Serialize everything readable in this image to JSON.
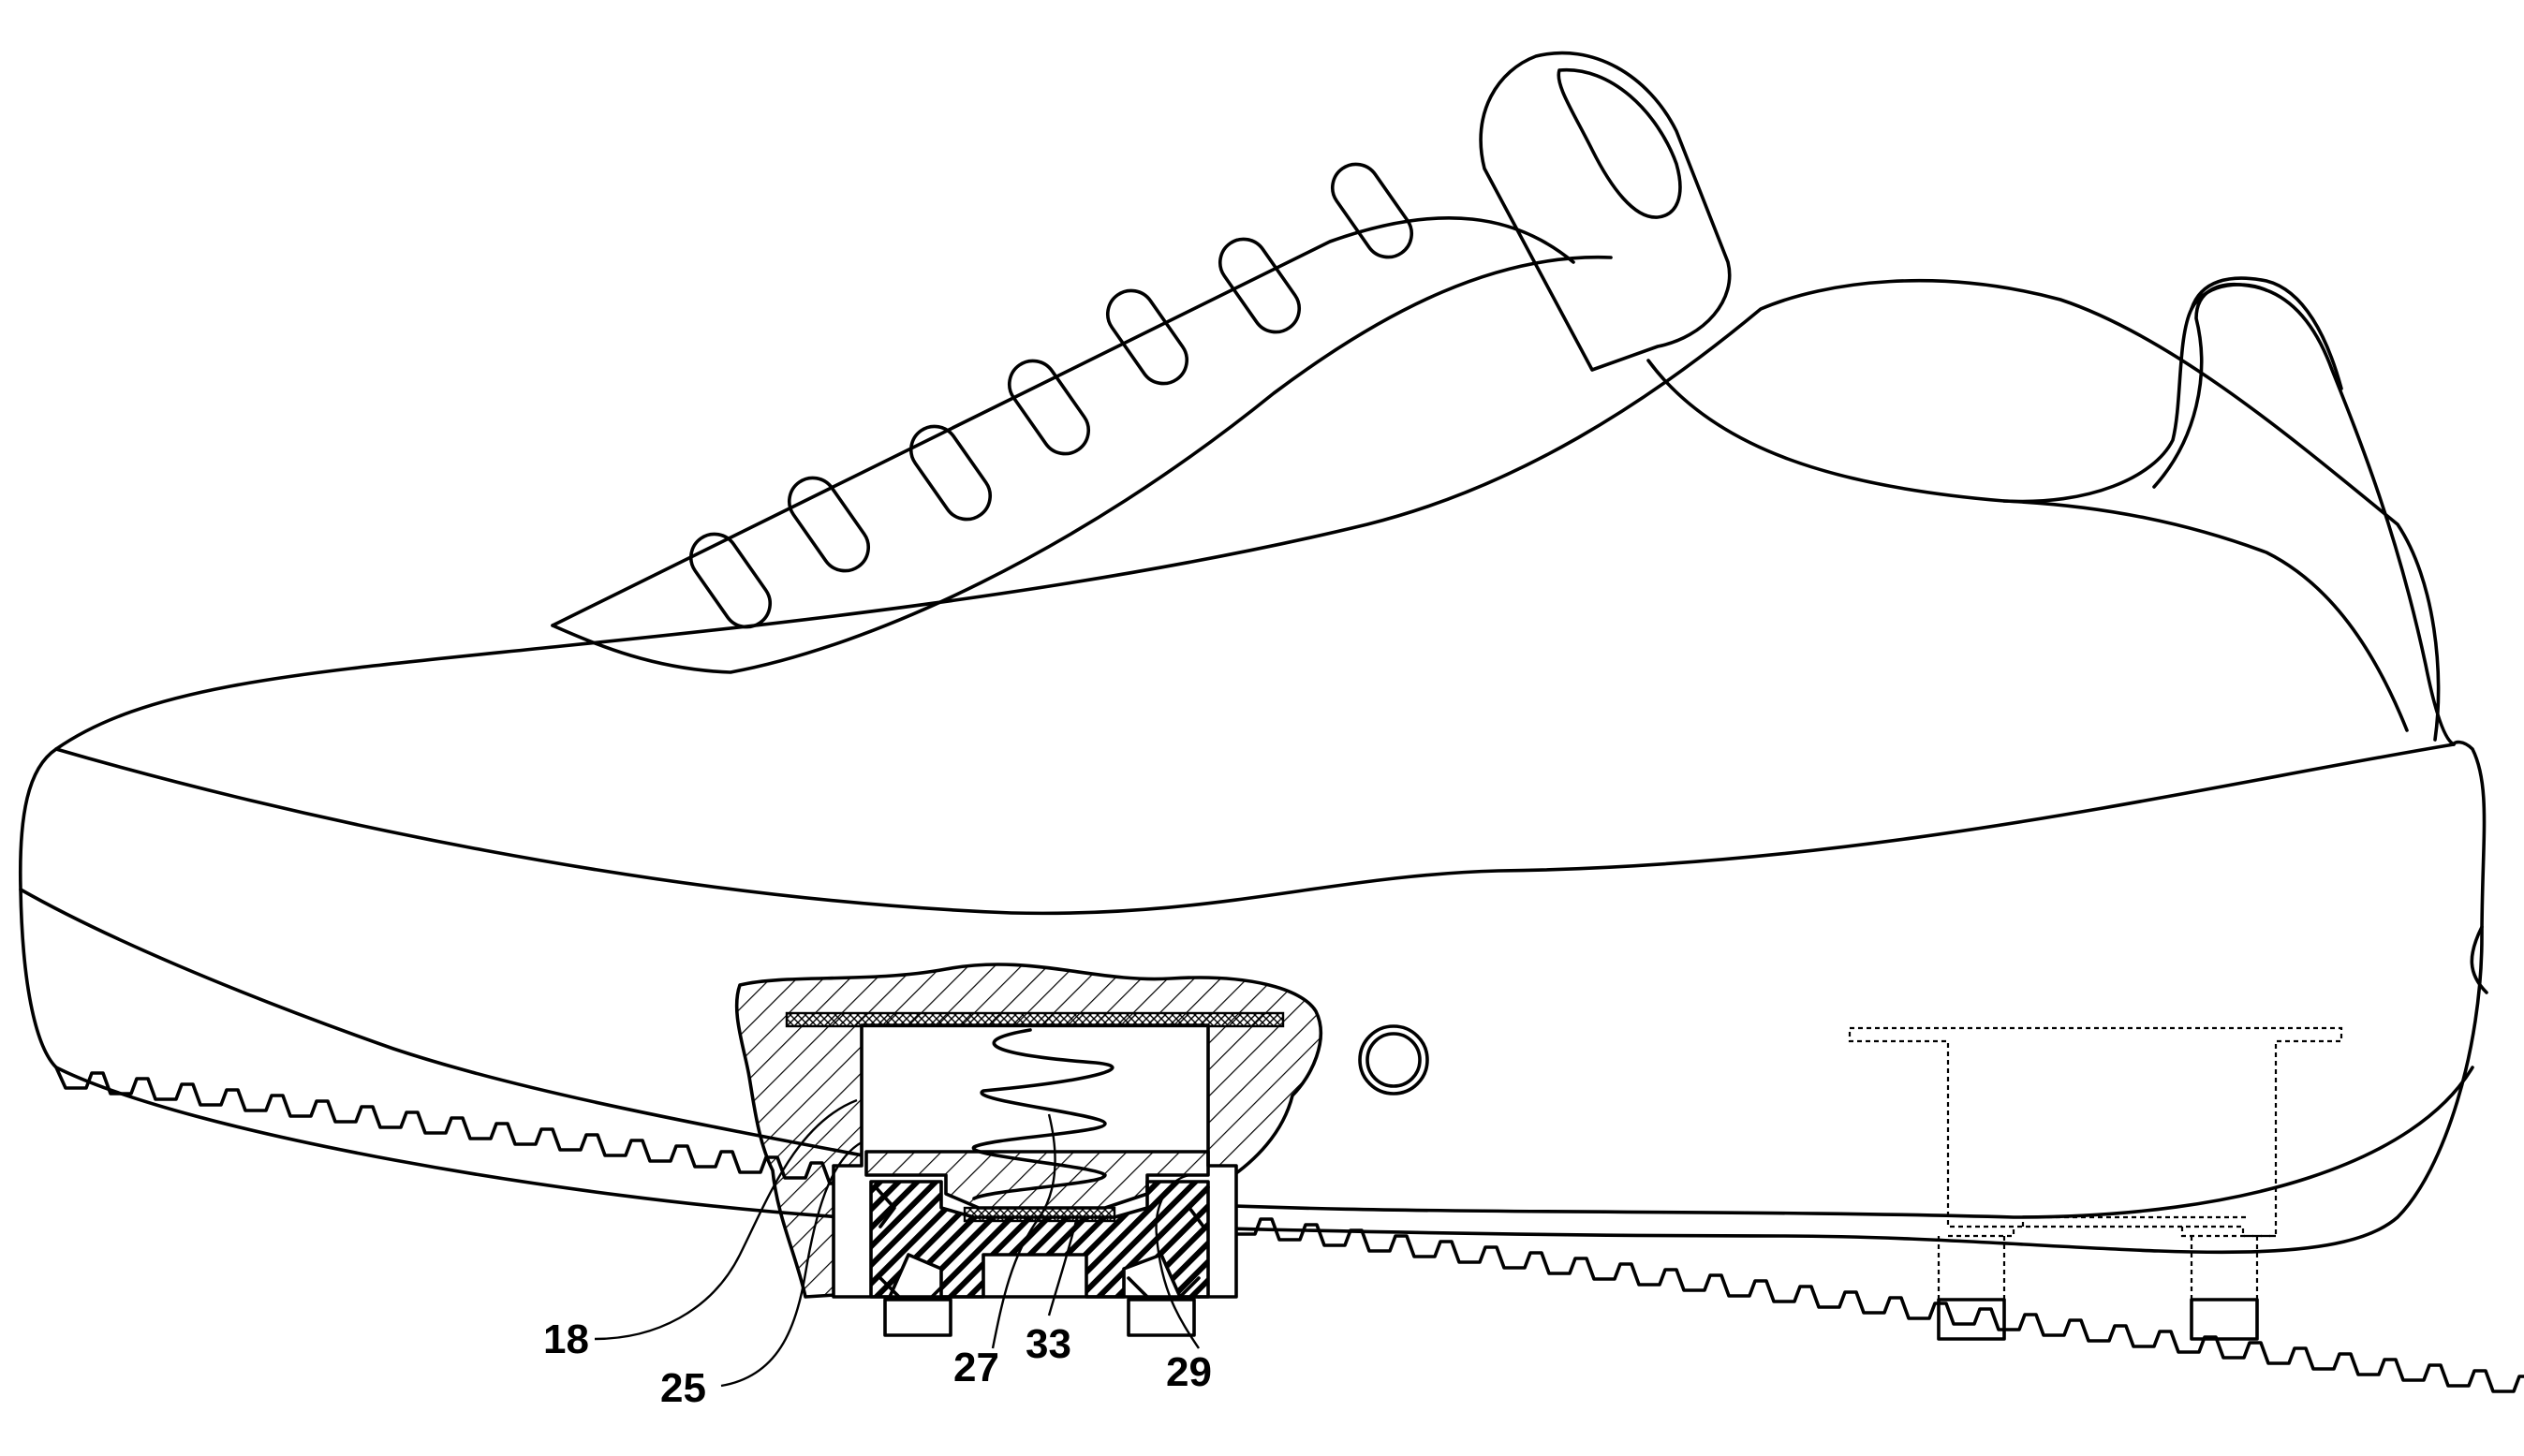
{
  "figure": {
    "background": "#ffffff",
    "line_color": "#000000",
    "reference_numerals": [
      {
        "id": "n18",
        "text": "18"
      },
      {
        "id": "n25",
        "text": "25"
      },
      {
        "id": "n27",
        "text": "27"
      },
      {
        "id": "n33",
        "text": "33"
      },
      {
        "id": "n29",
        "text": "29"
      }
    ]
  }
}
